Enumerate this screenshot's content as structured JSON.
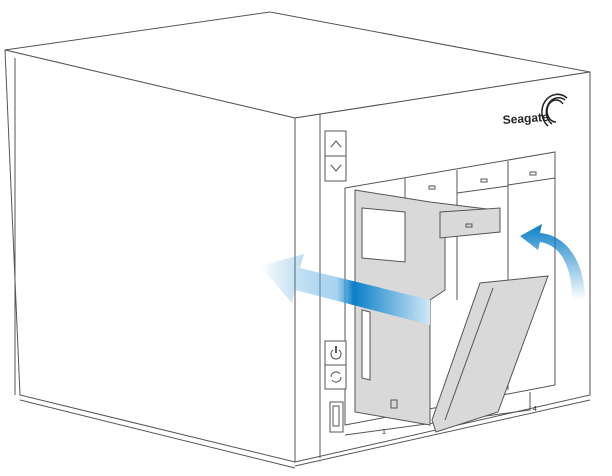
{
  "brand": {
    "name": "Seagate"
  },
  "bays": {
    "first_label": "1",
    "last_label": "4"
  },
  "controls": {
    "up_icon": "chevron-up-icon",
    "down_icon": "chevron-down-icon",
    "power_icon": "power-icon",
    "sync_icon": "sync-icon",
    "usb_port": "usb-port"
  },
  "colors": {
    "arrow_blue": "#0a7fc7",
    "drive_gray": "#d9d9d9"
  }
}
